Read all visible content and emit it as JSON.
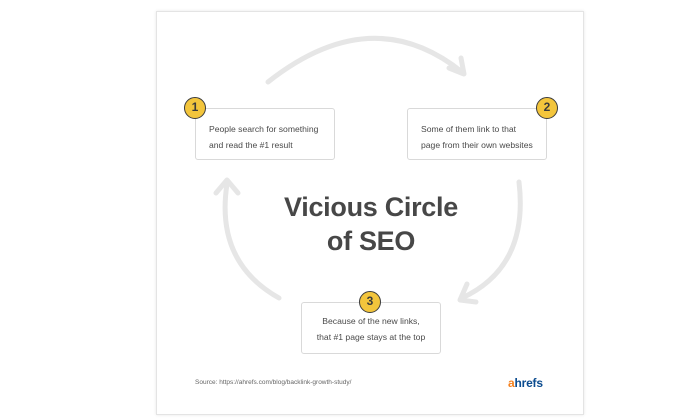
{
  "diagram": {
    "title_lines": [
      "Vicious Circle",
      "of SEO"
    ],
    "steps": [
      {
        "number": "1",
        "lines": [
          "People search for something",
          "and read the #1 result"
        ]
      },
      {
        "number": "2",
        "lines": [
          "Some of them link to that",
          "page from their own websites"
        ]
      },
      {
        "number": "3",
        "lines": [
          "Because of the new links,",
          "that #1 page stays at the top"
        ]
      }
    ],
    "source": "Source:   https://ahrefs.com/blog/backlink-growth-study/",
    "logo": {
      "first": "a",
      "rest": "hrefs"
    }
  },
  "colors": {
    "badge_fill": "#f3c53c",
    "badge_stroke": "#3b3b3b",
    "arrow": "#e6e6e6",
    "title": "#474747",
    "logo_a": "#f58220",
    "logo_rest": "#0a4b8f"
  },
  "icons": [
    "curved-arrow-icon"
  ]
}
